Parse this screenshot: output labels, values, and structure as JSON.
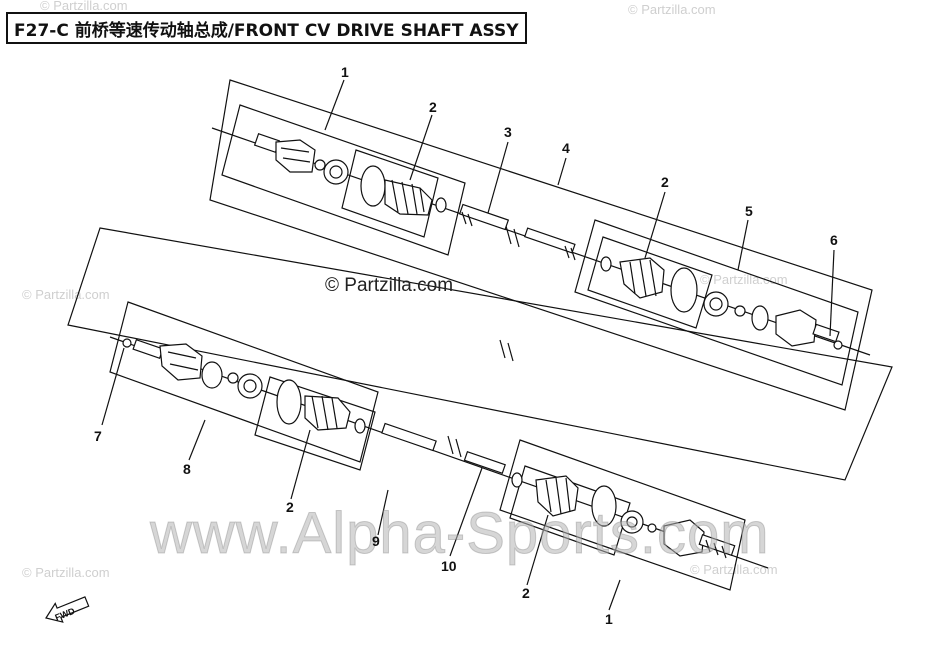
{
  "title": "F27-C 前桥等速传动轴总成/FRONT CV DRIVE SHAFT ASSY",
  "watermarks": {
    "partzilla": "© Partzilla.com",
    "main": "© Partzilla.com",
    "alpha": "www.Alpha-Sports.com"
  },
  "callouts": [
    "1",
    "2",
    "3",
    "4",
    "2",
    "5",
    "6",
    "7",
    "8",
    "2",
    "9",
    "10",
    "2",
    "1"
  ],
  "fwd": "FWD"
}
